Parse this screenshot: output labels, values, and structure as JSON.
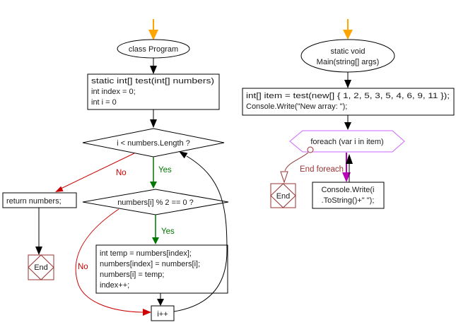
{
  "colors": {
    "orange": "#FFA500",
    "green": "#007700",
    "red": "#CC0000",
    "dark_red": "#993333",
    "purple": "#CC66FF",
    "magenta": "#BB00BB",
    "line": "#000000"
  },
  "left_flow": {
    "start": "class Program",
    "test_box": [
      "static int[] test(int[] numbers)",
      "int index = 0;",
      "int i = 0"
    ],
    "decision_loop": "i < numbers.Length ?",
    "decision_even": "numbers[i] % 2 == 0 ?",
    "yes": "Yes",
    "no": "No",
    "return_box": "return numbers;",
    "swap_box": [
      "int temp = numbers[index];",
      "numbers[index] = numbers[i];",
      "numbers[i] = temp;",
      "index++;"
    ],
    "increment_box": "i++",
    "end": "End"
  },
  "right_flow": {
    "start": [
      "static void",
      "Main(string[] args)"
    ],
    "main_box": [
      "int[] item = test(new[] { 1, 2, 5, 3, 5, 4, 6, 9, 11 });",
      "Console.Write(\"New array: \");"
    ],
    "foreach": "foreach (var i in item)",
    "end_foreach": "End foreach",
    "write_box": [
      "Console.Write(i",
      ".ToString()+\" \");"
    ],
    "end": "End"
  }
}
